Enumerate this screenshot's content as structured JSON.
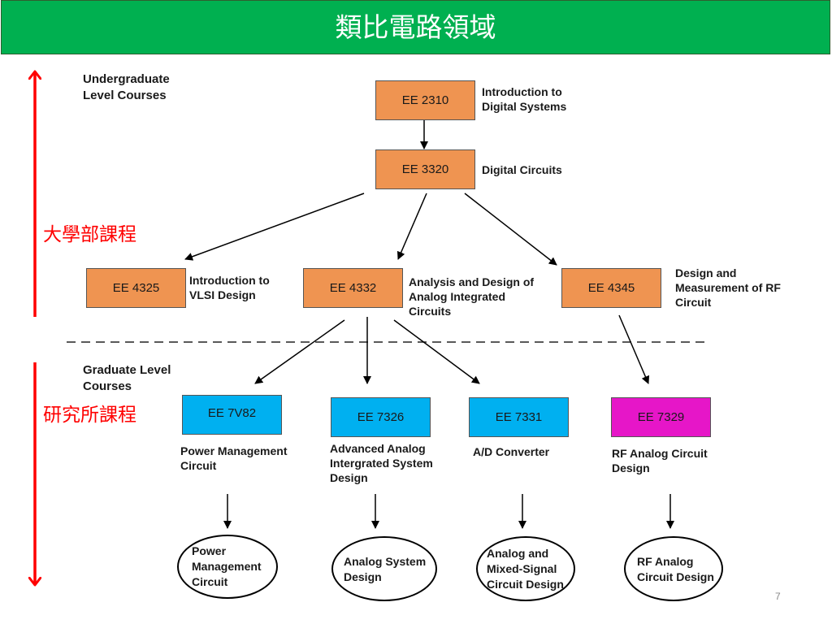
{
  "title": "類比電路領域",
  "side_labels": {
    "undergrad_zh": "大學部課程",
    "grad_zh": "研究所課程"
  },
  "headings": {
    "undergrad": "Undergraduate Level Courses",
    "grad": "Graduate Level Courses"
  },
  "courses": {
    "ee2310": {
      "code": "EE 2310",
      "name": "Introduction to Digital Systems"
    },
    "ee3320": {
      "code": "EE 3320",
      "name": "Digital Circuits"
    },
    "ee4325": {
      "code": "EE 4325",
      "name": "Introduction to VLSI Design"
    },
    "ee4332": {
      "code": "EE 4332",
      "name": "Analysis and Design of Analog Integrated Circuits"
    },
    "ee4345": {
      "code": "EE 4345",
      "name": "Design and Measurement of RF Circuit"
    },
    "ee7v82": {
      "code": "EE 7V82",
      "name": "Power Management Circuit"
    },
    "ee7326": {
      "code": "EE 7326",
      "name": "Advanced Analog Intergrated System Design"
    },
    "ee7331": {
      "code": "EE 7331",
      "name": "A/D Converter"
    },
    "ee7329": {
      "code": "EE 7329",
      "name": "RF Analog Circuit Design"
    }
  },
  "areas": {
    "power": "Power Management Circuit",
    "analog_system": "Analog System Design",
    "mixed_signal": "Analog and Mixed-Signal Circuit Design",
    "rf": "RF Analog Circuit Design"
  },
  "page_number": "7",
  "colors": {
    "title_bar": "#00b050",
    "undergrad_box": "#ef9451",
    "grad_box": "#00b0f0",
    "rf_grad_box": "#e616c8",
    "side_arrows": "#ff0000"
  }
}
